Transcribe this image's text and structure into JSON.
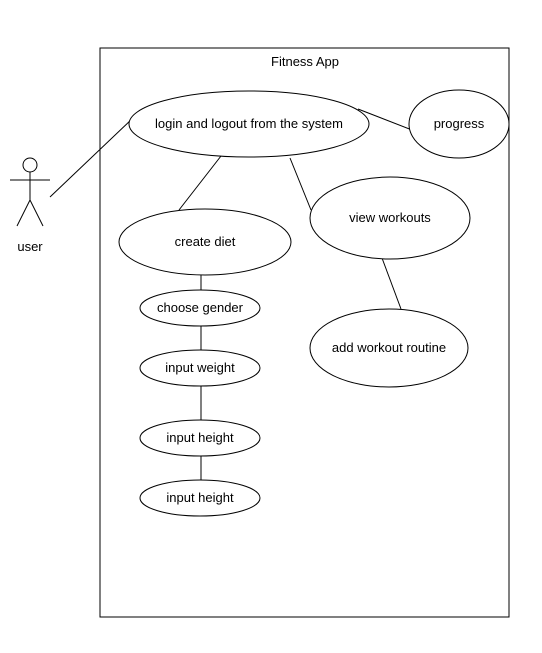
{
  "diagram": {
    "system_title": "Fitness App",
    "actor": {
      "label": "user"
    },
    "use_cases": {
      "login": "login and logout from the system",
      "progress": "progress",
      "view_workouts": "view workouts",
      "create_diet": "create diet",
      "add_workout_routine": "add workout routine",
      "choose_gender": "choose gender",
      "input_weight": "input weight",
      "input_height_1": "input height",
      "input_height_2": "input height"
    },
    "colors": {
      "stroke": "#000000",
      "background": "#ffffff"
    }
  }
}
